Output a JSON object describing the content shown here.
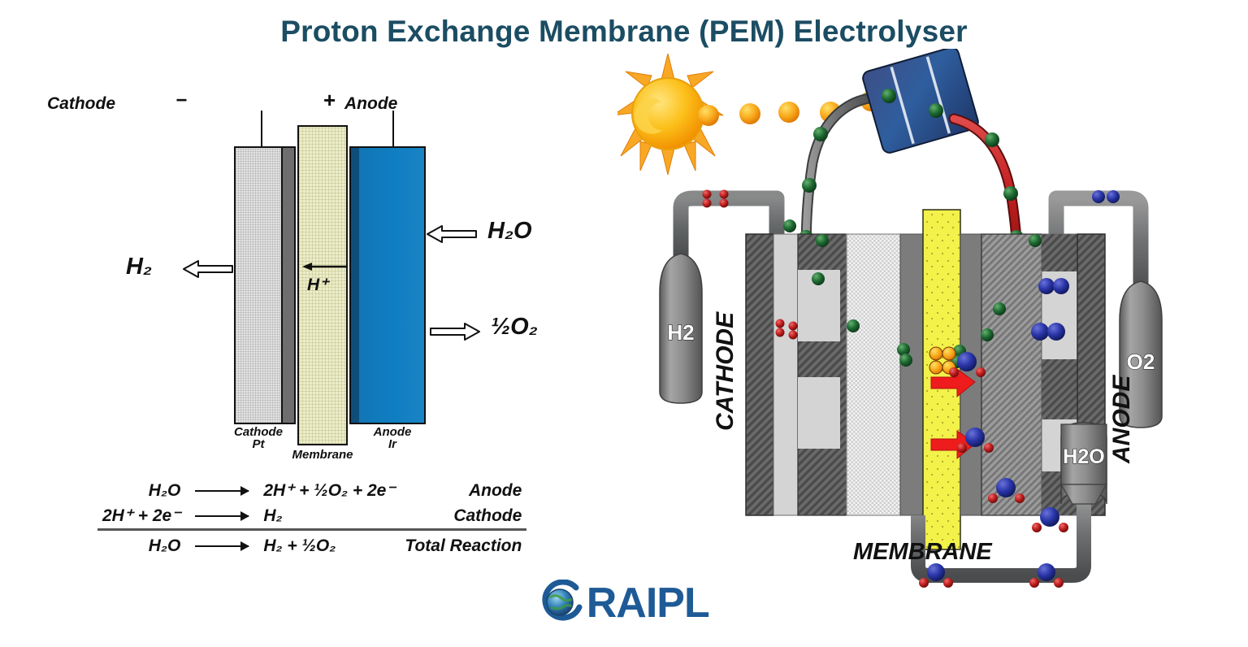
{
  "title": "Proton Exchange Membrane (PEM) Electrolyser",
  "schematic": {
    "cathode_top_label": "Cathode",
    "cathode_sign": "−",
    "anode_sign": "+",
    "anode_top_label": "Anode",
    "water_in": "H₂O",
    "hydrogen_out": "H₂",
    "oxygen_out": "½O₂",
    "proton_label": "H⁺",
    "cathode_bottom_label": "Cathode\nPt",
    "membrane_bottom_label": "Membrane",
    "anode_bottom_label": "Anode\nIr"
  },
  "equations": {
    "rows": [
      {
        "lhs": "H₂O",
        "rhs": "2H⁺ + ½O₂ + 2e⁻",
        "side": "Anode",
        "total": false
      },
      {
        "lhs": "2H⁺ + 2e⁻",
        "rhs": "H₂",
        "side": "Cathode",
        "total": false
      },
      {
        "lhs": "H₂O",
        "rhs": "H₂ + ½O₂",
        "side": "Total Reaction",
        "total": true
      }
    ]
  },
  "illustration": {
    "sun_label": "sun",
    "solar_panel_label": "solar-panel",
    "hydrogen_tank": "H2",
    "oxygen_tank": "O2",
    "water_tank": "H2O",
    "cathode_label": "CATHODE",
    "anode_label": "ANODE",
    "membrane_label": "MEMBRANE"
  },
  "logo": {
    "text": "RAIPL",
    "full": "ORAIPL"
  },
  "colors": {
    "title": "#1b4d63",
    "anode_blue": "#0f7ec2",
    "membrane_yellow": "#ecedc8",
    "membrane_bright": "#f2f24a",
    "cathode_gray": "#e2e2e2",
    "electron_green": "#1e6b32",
    "photon_orange": "#f5a81c",
    "hydrogen_red": "#c01f1f",
    "oxygen_blue": "#2a35a8",
    "arrow_red": "#ee1c1c",
    "wire_gray": "#6f7173",
    "wire_red": "#c22020",
    "logo_blue": "#1e5a96"
  }
}
